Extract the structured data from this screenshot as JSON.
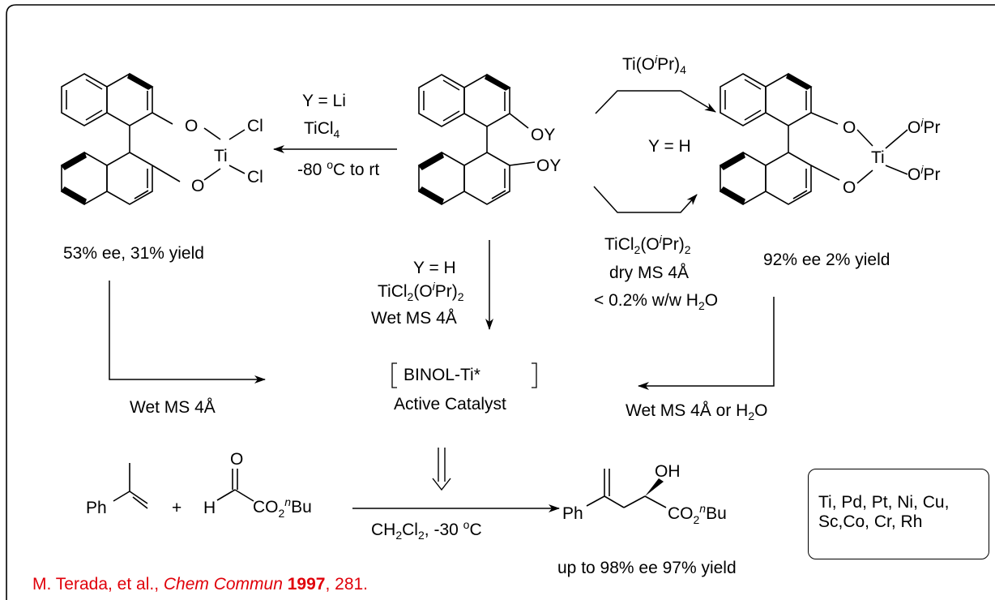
{
  "structures": {
    "left_complex": {
      "o_top": "O",
      "o_bottom": "O",
      "metal": "Ti",
      "cl_top": "Cl",
      "cl_bottom": "Cl"
    },
    "center_binol": {
      "oy_top": "OY",
      "oy_bottom": "OY"
    },
    "right_complex": {
      "o_top": "O",
      "o_bottom": "O",
      "metal": "Ti",
      "oipr_top_o": "O",
      "oipr_top_i": "i",
      "oipr_top_pr": "Pr",
      "oipr_bottom_o": "O",
      "oipr_bottom_i": "i",
      "oipr_bottom_pr": "Pr"
    },
    "styrene": {
      "ph": "Ph"
    },
    "glyoxylate": {
      "o": "O",
      "h": "H",
      "co2_a": "CO",
      "co2_sub": "2",
      "nbu_sup": "n",
      "nbu": "Bu"
    },
    "product": {
      "oh": "OH",
      "ph": "Ph",
      "co2_a": "CO",
      "co2_sub": "2",
      "nbu_sup": "n",
      "nbu": "Bu"
    }
  },
  "left_arrow": {
    "line1": "Y = Li",
    "line2_a": "TiCl",
    "line2_sub": "4",
    "line3_a": "-80 ",
    "line3_sup": "o",
    "line3_b": "C to rt"
  },
  "top_right": {
    "reagent_a": "Ti(O",
    "reagent_sup": "i",
    "reagent_b": "Pr)",
    "reagent_sub": "4",
    "middle": "Y = H"
  },
  "bottom_right": {
    "line1_a": "TiCl",
    "line1_sub": "2",
    "line1_b": "(O",
    "line1_sup": "i",
    "line1_c": "Pr)",
    "line1_sub2": "2",
    "line2": "dry MS 4Å",
    "line3_a": "< 0.2% w/w H",
    "line3_sub": "2",
    "line3_b": "O"
  },
  "down_center": {
    "line1": "Y = H",
    "line2_a": "TiCl",
    "line2_sub": "2",
    "line2_b": "(O",
    "line2_sup": "i",
    "line2_c": "Pr)",
    "line2_sub2": "2",
    "line3": "Wet MS 4Å"
  },
  "left_result": "53% ee, 31% yield",
  "right_result": "92% ee 2% yield",
  "catalyst": {
    "name": "BINOL-Ti*",
    "label": "Active Catalyst"
  },
  "wet_left": "Wet MS 4Å",
  "wet_right_a": "Wet MS 4Å or H",
  "wet_right_sub": "2",
  "wet_right_b": "O",
  "reaction": {
    "plus": "+",
    "cond_a": "CH",
    "cond_sub": "2",
    "cond_b": "Cl",
    "cond_sub2": "2",
    "cond_c": ", -30 ",
    "cond_sup": "o",
    "cond_d": "C"
  },
  "product_result": "up to 98% ee   97% yield",
  "metals": {
    "line1": "Ti, Pd, Pt, Ni, Cu,",
    "line2": "Sc,Co, Cr, Rh"
  },
  "citation": {
    "authors": "M. Terada, et al., ",
    "journal": "Chem Commun",
    "space": " ",
    "year": "1997",
    "pages": ", 281."
  },
  "colors": {
    "citation": "#e0000a"
  }
}
